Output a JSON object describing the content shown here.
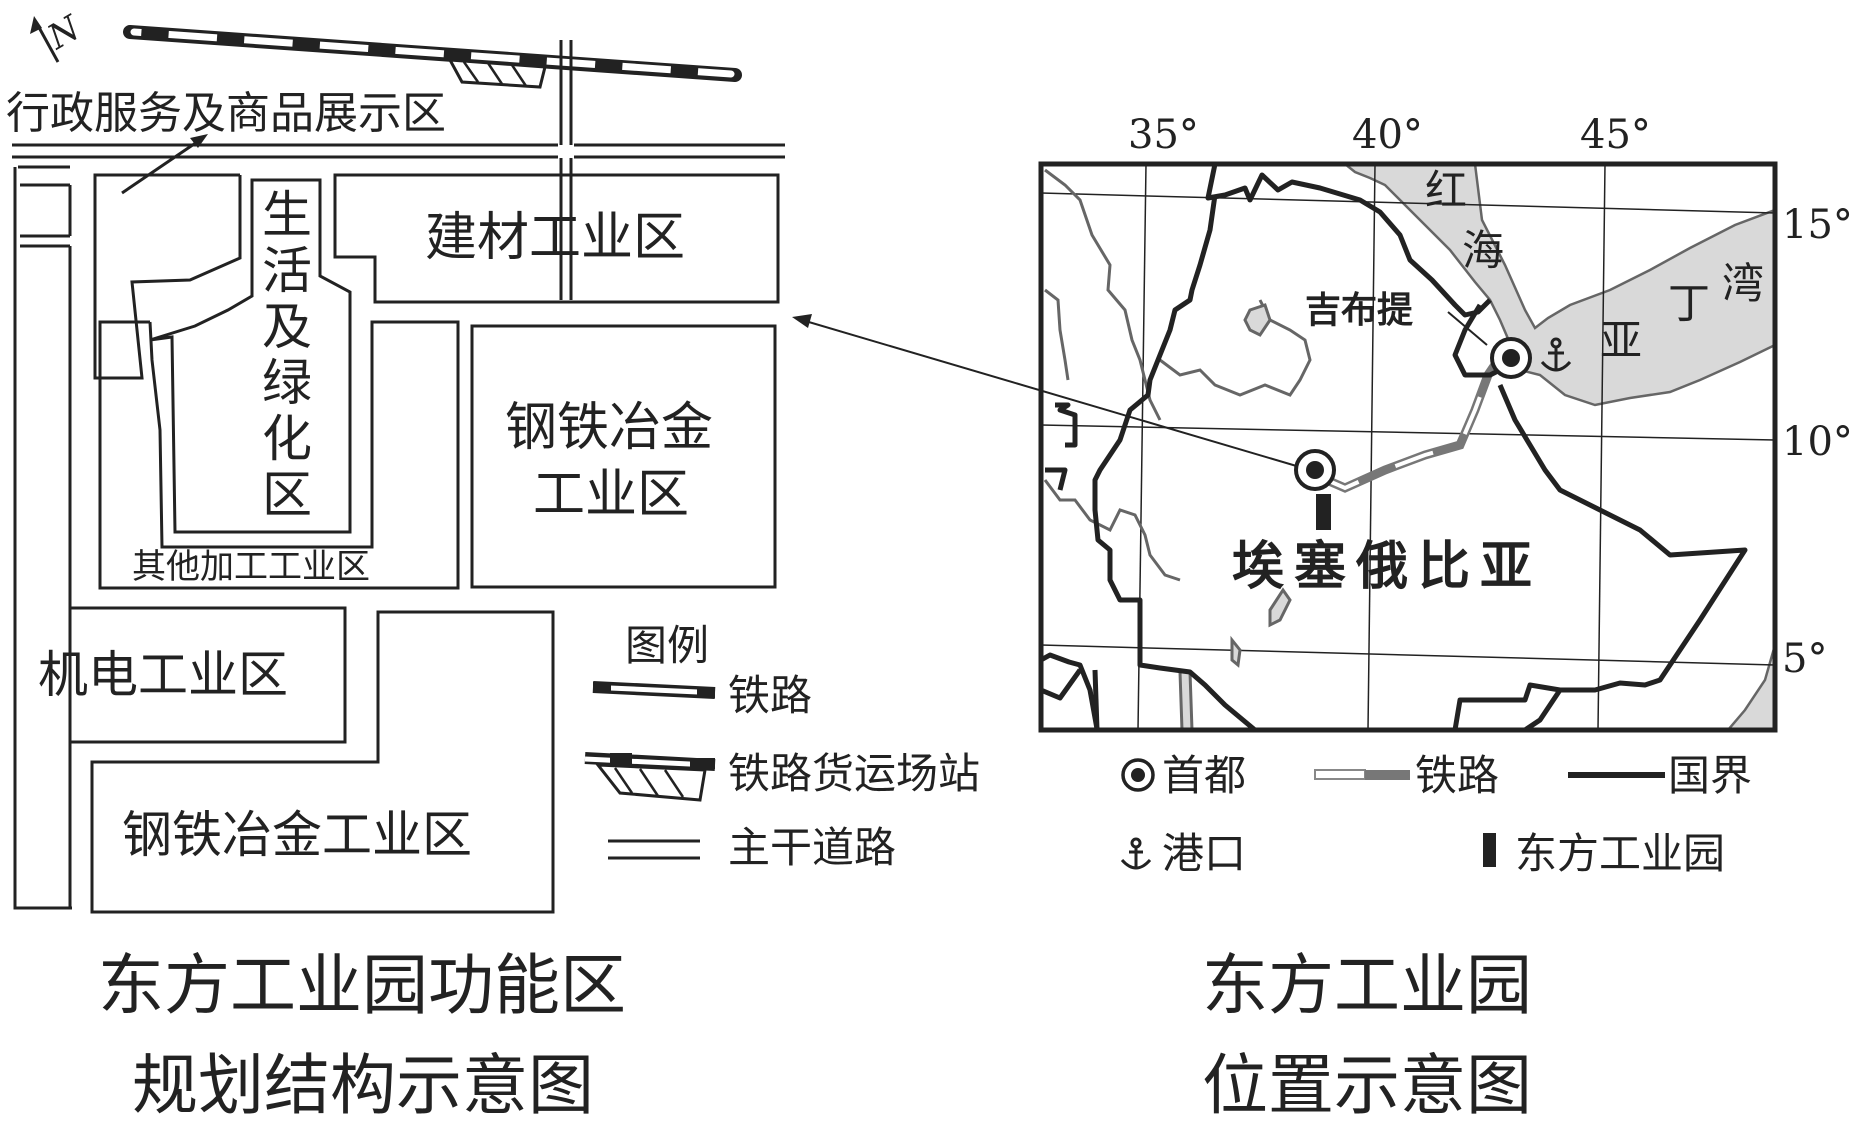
{
  "colors": {
    "ink": "#222222",
    "sea": "#d9d9d9",
    "river": "#666666",
    "railway_gray": "#777777",
    "background": "#ffffff"
  },
  "plan": {
    "north_label": "N",
    "zones": {
      "admin": "行政服务及商品展示区",
      "building_materials": "建材工业区",
      "living_green": [
        "生",
        "活",
        "及",
        "绿",
        "化",
        "区"
      ],
      "other_processing": "其他加工工业区",
      "steel_right_line1": "钢铁冶金",
      "steel_right_line2": "工业区",
      "electromechanical": "机电工业区",
      "steel_bottom": "钢铁冶金工业区"
    },
    "legend": {
      "title": "图例",
      "items": [
        {
          "icon": "railway-symbol",
          "label": "铁路"
        },
        {
          "icon": "freight-station-symbol",
          "label": "铁路货运场站"
        },
        {
          "icon": "main-road-symbol",
          "label": "主干道路"
        }
      ]
    },
    "caption_line1": "东方工业园功能区",
    "caption_line2": "规划结构示意图"
  },
  "location_map": {
    "longitude_labels": [
      "35°",
      "40°",
      "45°"
    ],
    "latitude_labels": [
      "15°",
      "10°",
      "5°"
    ],
    "places": {
      "red_sea_1": "红",
      "red_sea_2": "海",
      "gulf_1": "亚",
      "gulf_2": "丁",
      "gulf_3": "湾",
      "djibouti": "吉布提",
      "country": "埃塞俄比亚"
    },
    "legend": {
      "items": [
        {
          "icon": "capital-symbol",
          "label": "首都"
        },
        {
          "icon": "railway-symbol",
          "label": "铁路"
        },
        {
          "icon": "border-symbol",
          "label": "国界"
        },
        {
          "icon": "port-anchor-symbol",
          "label": "港口"
        },
        {
          "icon": "industrial-park-symbol",
          "label": "东方工业园"
        }
      ]
    },
    "caption_line1": "东方工业园",
    "caption_line2": "位置示意图"
  }
}
